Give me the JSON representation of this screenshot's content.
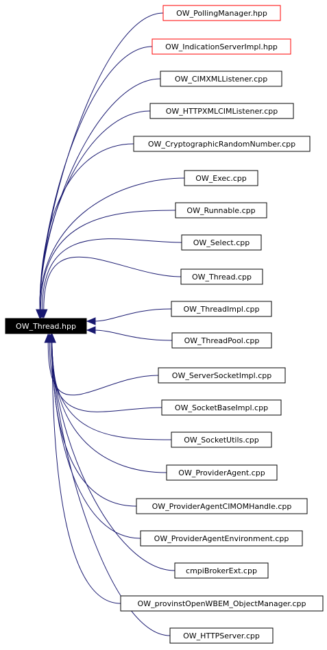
{
  "diagram": {
    "root": {
      "label": "OW_Thread.hpp"
    },
    "colors": {
      "edge": "#191970",
      "normal_border": "#000000",
      "undocumented_border": "#ff0000",
      "root_fill": "#000000",
      "root_text": "#ffffff"
    },
    "nodes": [
      {
        "label": "OW_PollingManager.hpp",
        "border": "red"
      },
      {
        "label": "OW_IndicationServerImpl.hpp",
        "border": "red"
      },
      {
        "label": "OW_CIMXMLListener.cpp",
        "border": "black"
      },
      {
        "label": "OW_HTTPXMLCIMListener.cpp",
        "border": "black"
      },
      {
        "label": "OW_CryptographicRandomNumber.cpp",
        "border": "black"
      },
      {
        "label": "OW_Exec.cpp",
        "border": "black"
      },
      {
        "label": "OW_Runnable.cpp",
        "border": "black"
      },
      {
        "label": "OW_Select.cpp",
        "border": "black"
      },
      {
        "label": "OW_Thread.cpp",
        "border": "black"
      },
      {
        "label": "OW_ThreadImpl.cpp",
        "border": "black"
      },
      {
        "label": "OW_ThreadPool.cpp",
        "border": "black"
      },
      {
        "label": "OW_ServerSocketImpl.cpp",
        "border": "black"
      },
      {
        "label": "OW_SocketBaseImpl.cpp",
        "border": "black"
      },
      {
        "label": "OW_SocketUtils.cpp",
        "border": "black"
      },
      {
        "label": "OW_ProviderAgent.cpp",
        "border": "black"
      },
      {
        "label": "OW_ProviderAgentCIMOMHandle.cpp",
        "border": "black"
      },
      {
        "label": "OW_ProviderAgentEnvironment.cpp",
        "border": "black"
      },
      {
        "label": "cmpiBrokerExt.cpp",
        "border": "black"
      },
      {
        "label": "OW_provinstOpenWBEM_ObjectManager.cpp",
        "border": "black"
      },
      {
        "label": "OW_HTTPServer.cpp",
        "border": "black"
      }
    ]
  }
}
